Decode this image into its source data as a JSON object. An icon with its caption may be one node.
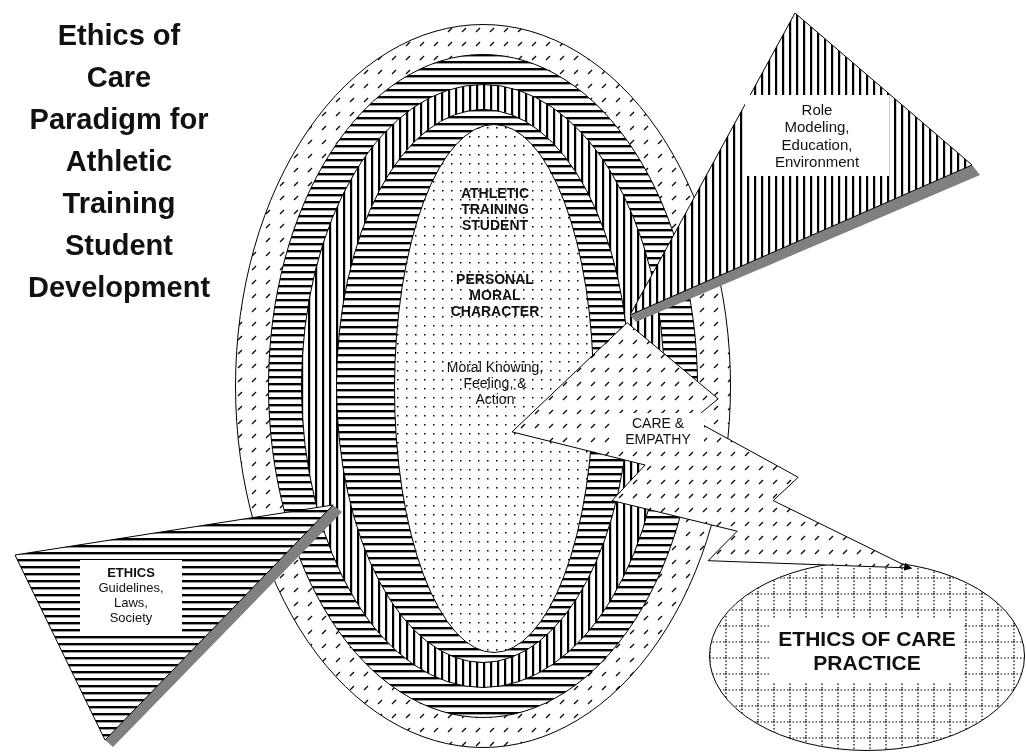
{
  "diagram": {
    "title": "Ethics of Care Paradigm for Athletic Training Student Development",
    "nodes": [
      {
        "text": [],
        "shape": "ellipse"
      },
      {
        "text": [],
        "shape": "ellipse",
        "in": 0
      },
      {
        "text": [],
        "shape": "ellipse",
        "in": 1
      },
      {
        "text": [],
        "shape": "ellipse",
        "in": 2
      },
      {
        "text": [
          "ATHLETIC TRAINING STUDENT",
          "PERSONAL MORAL CHARACTER",
          "Moral Knowing, Feeling, & Action"
        ],
        "in": 3
      },
      {
        "text": [
          "Role Modeling, Education, Environment"
        ]
      },
      {
        "text": [
          "ETHICS",
          "Guidelines, Laws, Society"
        ]
      },
      {
        "text": [
          "ETHICS OF CARE PRACTICE"
        ]
      }
    ],
    "edges": [
      {
        "from": 4,
        "to": 7,
        "arrow": "to",
        "label": "CARE & EMPATHY"
      }
    ]
  }
}
